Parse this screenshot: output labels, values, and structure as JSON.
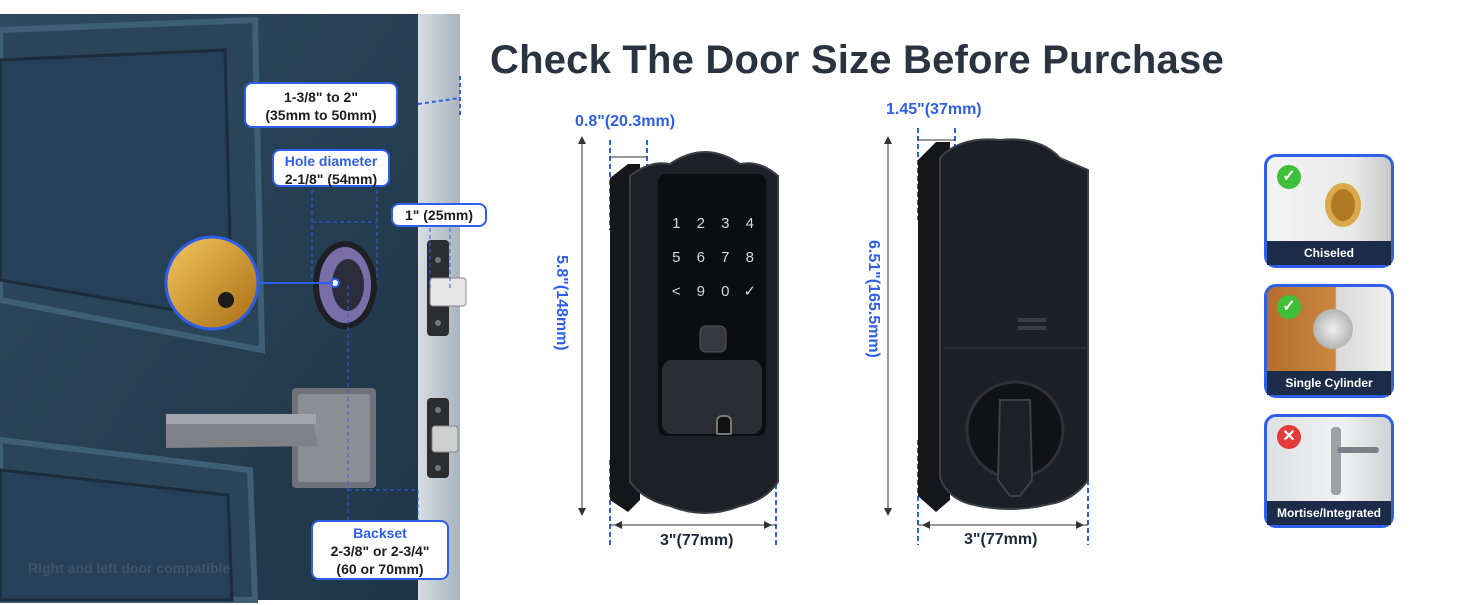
{
  "title": "Check The Door Size Before Purchase",
  "door": {
    "thickness": {
      "line1": "1-3/8\" to 2\"",
      "line2": "(35mm to 50mm)"
    },
    "hole": {
      "label": "Hole diameter",
      "value": "2-1/8\" (54mm)"
    },
    "edge": {
      "value": "1\" (25mm)"
    },
    "backset": {
      "label": "Backset",
      "line1": "2-3/8\" or 2-3/4\"",
      "line2": "(60 or 70mm)"
    },
    "caption": "Right and left door compatible"
  },
  "front_lock": {
    "depth": "0.8\"(20.3mm)",
    "height": "5.8\"(148mm)",
    "width": "3\"(77mm)",
    "keypad": [
      "1",
      "2",
      "3",
      "4",
      "5",
      "6",
      "7",
      "8",
      "<",
      "9",
      "0",
      "✓"
    ]
  },
  "back_lock": {
    "depth": "1.45\"(37mm)",
    "height": "6.51\"(165.5mm)",
    "width": "3\"(77mm)"
  },
  "types": [
    {
      "label": "Chiseled",
      "status": "check"
    },
    {
      "label": "Single Cylinder",
      "status": "check"
    },
    {
      "label": "Mortise/Integrated",
      "status": "cross"
    }
  ],
  "colors": {
    "accent": "#2f5fe8",
    "door": "#2a4358",
    "label_bg": "#1c2b48",
    "ok": "#3fbf3a",
    "no": "#e23b3b"
  }
}
